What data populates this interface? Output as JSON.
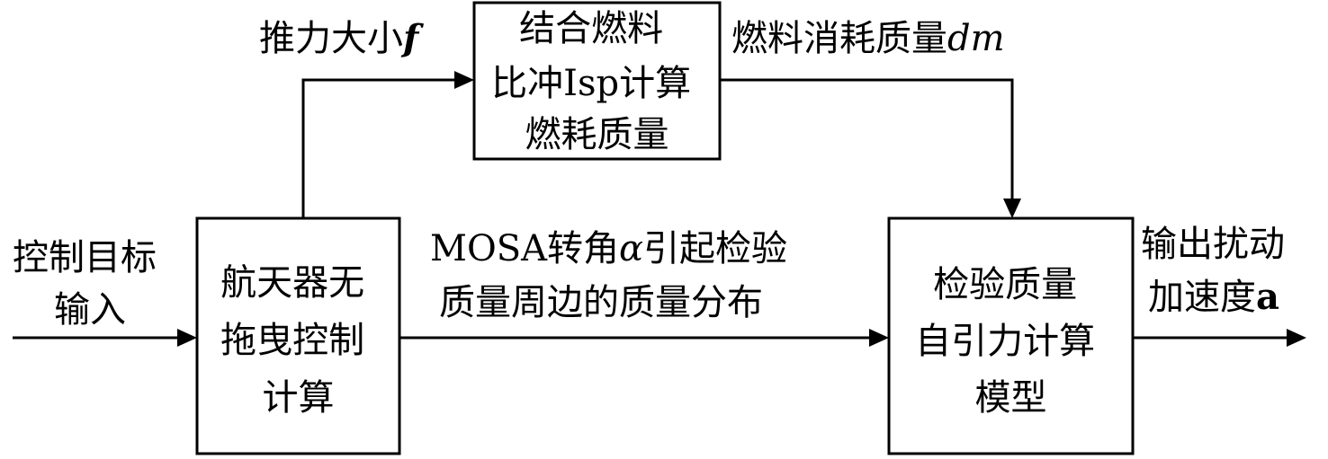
{
  "boxes": {
    "controller": {
      "lines": [
        "航天器无",
        "拖曳控制",
        "计算"
      ]
    },
    "fuel": {
      "lines": [
        "结合燃料",
        "比冲Isp计算",
        "燃耗质量"
      ]
    },
    "gravity": {
      "lines": [
        "检验质量",
        "自引力计算",
        "模型"
      ]
    }
  },
  "labels": {
    "input": {
      "lines": [
        "控制目标",
        "输入"
      ]
    },
    "thrust": {
      "prefix": "推力大小",
      "symbol": "f"
    },
    "fuel_mass": {
      "prefix": "燃料消耗质量",
      "symbol": "dm"
    },
    "mosa": {
      "line1_prefix": "MOSA转角",
      "line1_symbol": "α",
      "line1_suffix": "引起检验",
      "line2": "质量周边的质量分布"
    },
    "output": {
      "line1": "输出扰动",
      "line2_prefix": "加速度",
      "line2_symbol": "a"
    }
  }
}
